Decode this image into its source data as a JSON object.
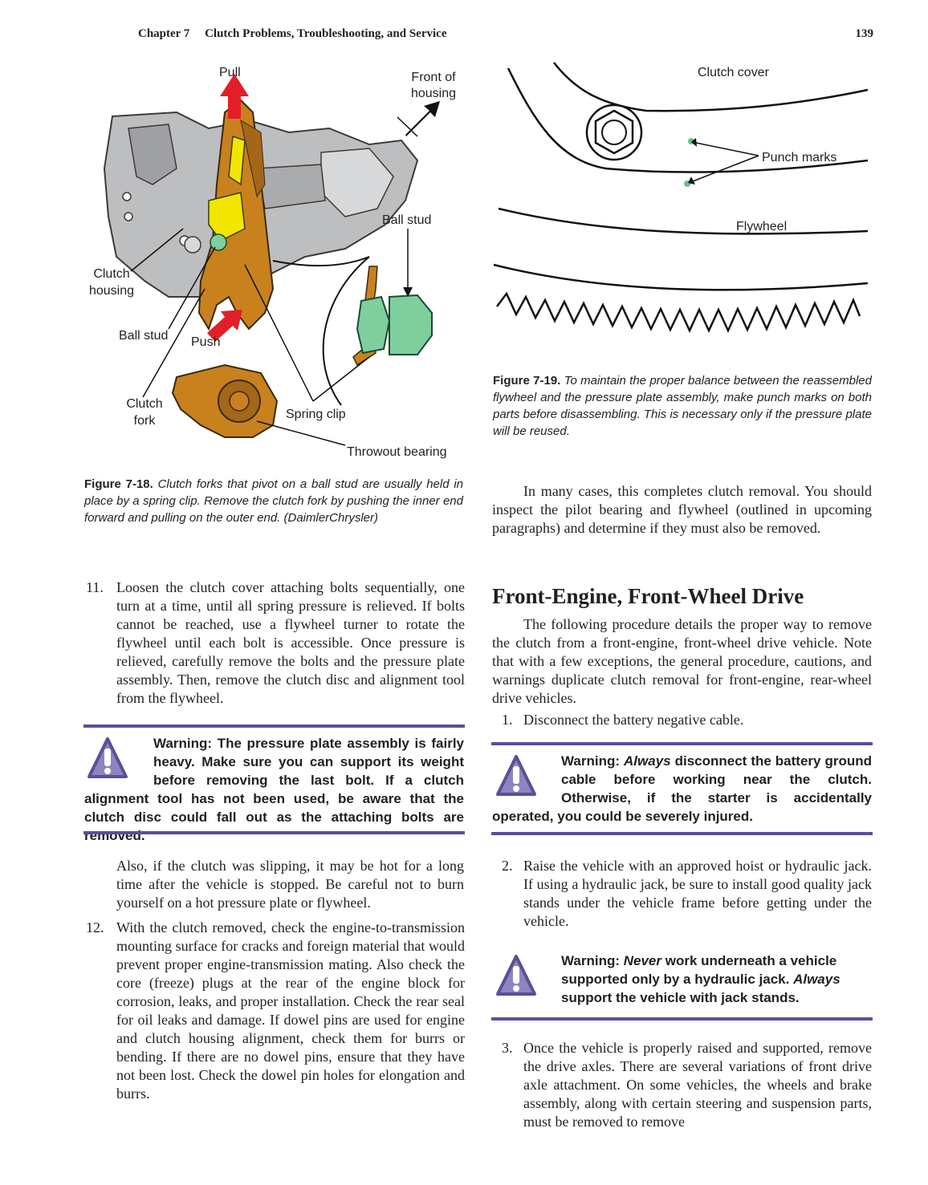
{
  "header": {
    "chapter": "Chapter 7",
    "chapter_title": "Clutch Problems, Troubleshooting, and Service",
    "page_number": "139"
  },
  "figure_18": {
    "labels": {
      "pull": "Pull",
      "front_of_housing_1": "Front of",
      "front_of_housing_2": "housing",
      "ball_stud_top": "Ball stud",
      "clutch_housing_1": "Clutch",
      "clutch_housing_2": "housing",
      "ball_stud_left": "Ball stud",
      "push": "Push",
      "clutch_fork_1": "Clutch",
      "clutch_fork_2": "fork",
      "spring_clip": "Spring clip",
      "throwout_bearing": "Throwout bearing"
    },
    "caption_label": "Figure 7-18.",
    "caption_text": "Clutch forks that pivot on a ball stud are usually held in place by a spring clip. Remove the clutch fork by pushing the inner end forward and pulling on the outer end. (DaimlerChrysler)"
  },
  "figure_19": {
    "labels": {
      "clutch_cover": "Clutch cover",
      "punch_marks": "Punch marks",
      "flywheel": "Flywheel"
    },
    "caption_label": "Figure 7-19.",
    "caption_text": "To maintain the proper balance between the reassembled flywheel and the pressure plate assembly, make punch marks on both parts before disassembling. This is necessary only if the pressure plate will be reused."
  },
  "left_column": {
    "item_11_num": "11.",
    "item_11_text": "Loosen the clutch cover attaching bolts sequentially, one turn at a time, until all spring pressure is relieved. If bolts cannot be reached, use a flywheel turner to rotate the flywheel until each bolt is accessible. Once pressure is relieved, carefully remove the bolts and the pressure plate assembly. Then, remove the clutch disc and alignment tool from the flywheel.",
    "warning_1": "Warning: The pressure plate assembly is fairly heavy. Make sure you can support its weight before removing the last bolt. If a clutch alignment tool has not been used, be aware that the clutch disc could fall out as the attaching bolts are removed.",
    "para_also": "Also, if the clutch was slipping, it may be hot for a long time after the vehicle is stopped. Be careful not to burn yourself on a hot pressure plate or flywheel.",
    "item_12_num": "12.",
    "item_12_text": "With the clutch removed, check the engine-to-transmission mounting surface for cracks and foreign material that would prevent proper engine-transmission mating. Also check the core (freeze) plugs at the rear of the engine block for corrosion, leaks, and proper installation. Check the rear seal for oil leaks and damage. If dowel pins are used for engine and clutch housing alignment, check them for burrs or bending. If there are no dowel pins, ensure that they have not been lost. Check the dowel pin holes for elongation and burrs."
  },
  "right_column": {
    "para_many": "In many cases, this completes clutch removal. You should inspect the pilot bearing and flywheel (outlined in upcoming paragraphs) and determine if they must also be removed.",
    "section_heading": "Front-Engine, Front-Wheel Drive",
    "para_following": "The following procedure details the proper way to remove the clutch from a front-engine, front-wheel drive vehicle. Note that with a few exceptions, the general procedure, cautions, and warnings duplicate clutch removal for front-engine, rear-wheel drive vehicles.",
    "item_1_num": "1.",
    "item_1_text": "Disconnect the battery negative cable.",
    "warning_2_a": "Warning: ",
    "warning_2_em": "Always",
    "warning_2_b": " disconnect the battery ground cable before working near the clutch. Otherwise, if the starter is accidentally operated, you could be severely injured.",
    "item_2_num": "2.",
    "item_2_text": "Raise the vehicle with an approved hoist or hydraulic jack. If using a hydraulic jack, be sure to install good quality jack stands under the vehicle frame before getting under the vehicle.",
    "warning_3_a": "Warning: ",
    "warning_3_em1": "Never",
    "warning_3_b": " work underneath a vehicle supported only by a hydraulic jack. ",
    "warning_3_em2": "Always",
    "warning_3_c": " support the vehicle with jack stands.",
    "item_3_num": "3.",
    "item_3_text": "Once the vehicle is properly raised and supported, remove the drive axles. There are several variations of front drive axle attachment. On some vehicles, the wheels and brake assembly, along with certain steering and suspension parts, must be removed to remove"
  },
  "colors": {
    "rule": "#5b4f9a",
    "warning_icon": "#5b4f9a",
    "fork_orange": "#c8811d",
    "housing_gray": "#bdbec0",
    "clip_yellow": "#f2e600",
    "stud_green": "#7fcf9e",
    "arrow_red": "#e21f26",
    "punch_green": "#6fbf8f"
  }
}
